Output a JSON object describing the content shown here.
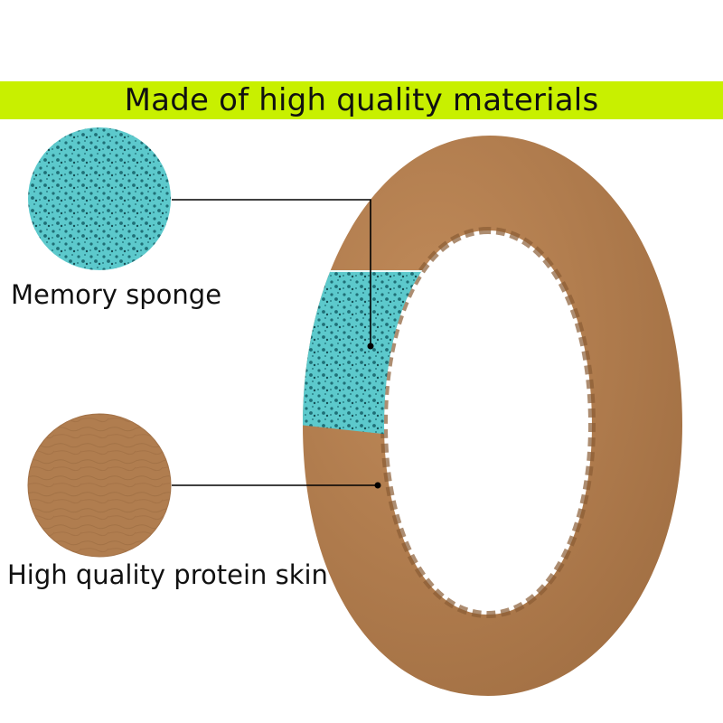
{
  "banner": {
    "title": "Made of high quality materials"
  },
  "callouts": {
    "sponge_label": "Memory sponge",
    "skin_label": "High quality protein skin"
  },
  "colors": {
    "banner": "#c8f000",
    "foam": "#5cc9cc",
    "foam_pores": "#1f6f76",
    "leather": "#b07d4f",
    "leather_shadow": "#8a5d35",
    "leader_line": "#000000"
  }
}
